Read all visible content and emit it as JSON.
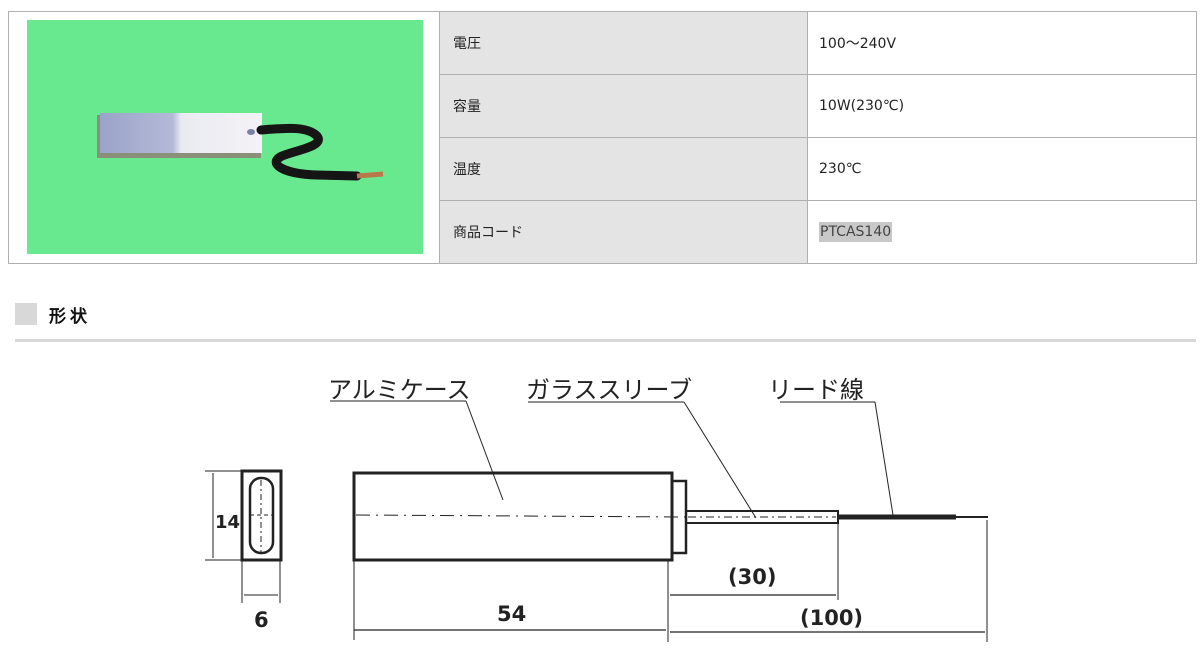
{
  "product": {
    "photo": {
      "icon": "heater-product-photo",
      "background": "#69e98f"
    },
    "specs": [
      {
        "label": "電圧",
        "value": "100～240V"
      },
      {
        "label": "容量",
        "value": "10W(230℃)"
      },
      {
        "label": "温度",
        "value": "230℃"
      },
      {
        "label": "商品コード",
        "value": "PTCAS140"
      }
    ]
  },
  "section": {
    "title": "形状"
  },
  "diagram": {
    "labels": {
      "case": "アルミケース",
      "sleeve": "ガラススリーブ",
      "lead": "リード線"
    },
    "dimensions": {
      "height": "14",
      "width": "6",
      "length": "54",
      "sleeve": "(30)",
      "lead": "(100)"
    }
  }
}
